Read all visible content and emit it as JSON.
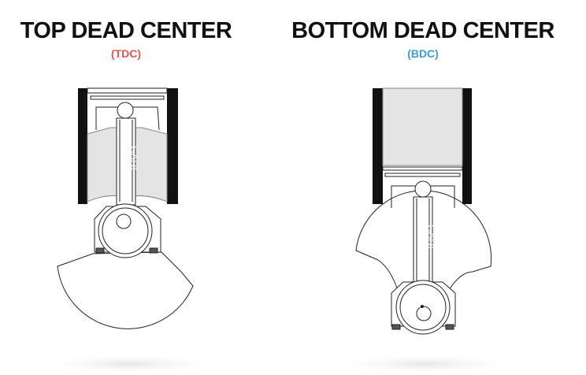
{
  "tdc": {
    "title": "TOP DEAD CENTER",
    "abbr": "(TDC)",
    "color": "#e8534a"
  },
  "bdc": {
    "title": "BOTTOM DEAD CENTER",
    "abbr": "(BDC)",
    "color": "#3d9be0"
  },
  "watermark": "CADI"
}
